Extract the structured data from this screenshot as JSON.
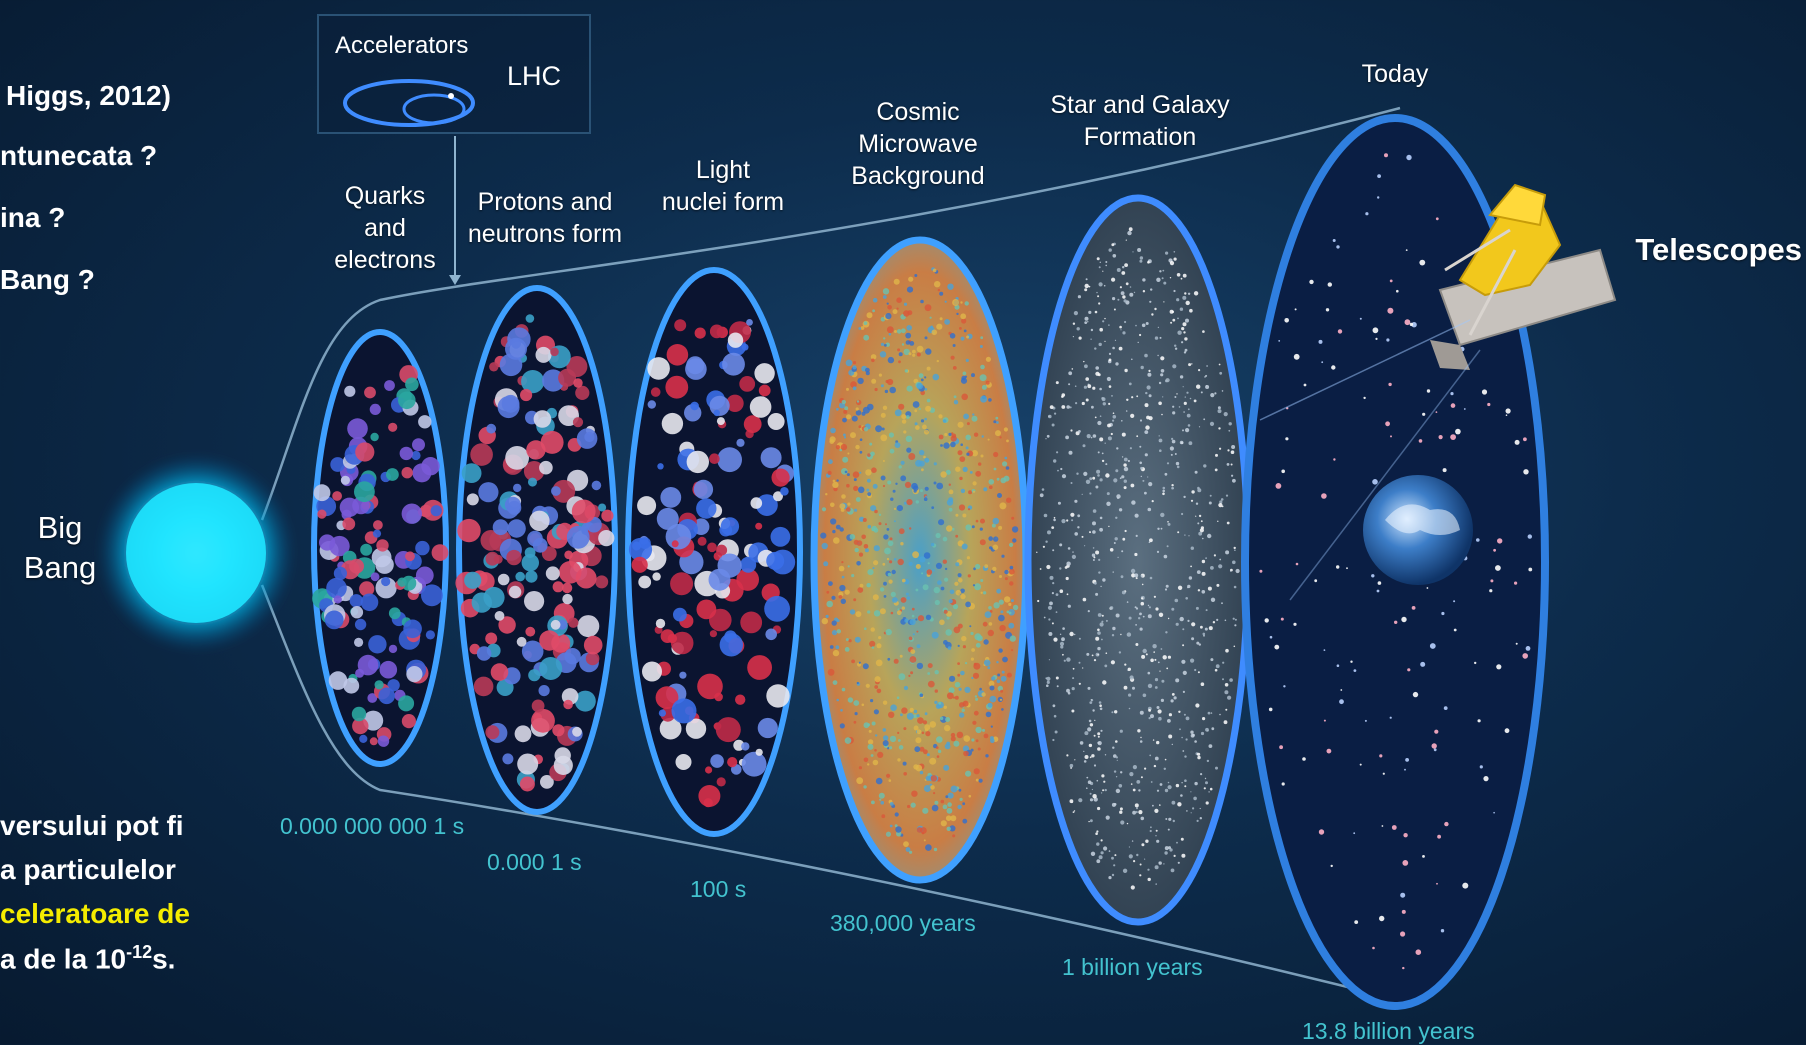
{
  "left_text": {
    "lines_top": [
      "Higgs, 2012)",
      "ntunecata ?",
      "ina ?",
      "Bang ?"
    ],
    "para_line1": "versului  pot  fi",
    "para_line2": "a   particulelor",
    "para_line3": "celeratoare de",
    "para_line4_prefix": "a de la 10",
    "para_line4_sup": "-12",
    "para_line4_suffix": "s."
  },
  "big_bang": {
    "line1": "Big",
    "line2": "Bang"
  },
  "accelerators": {
    "title": "Accelerators",
    "lhc": "LHC"
  },
  "telescopes": "Telescopes",
  "stages": [
    {
      "label_lines": [
        "Quarks",
        "and",
        "electrons"
      ],
      "time": "0.000 000 000 1 s"
    },
    {
      "label_lines": [
        "Protons and",
        "neutrons  form"
      ],
      "time": "0.000  1 s"
    },
    {
      "label_lines": [
        "Light",
        "nuclei form"
      ],
      "time": "100 s"
    },
    {
      "label_lines": [
        "Cosmic",
        "Microwave",
        "Background"
      ],
      "time": "380,000 years"
    },
    {
      "label_lines": [
        "Star and Galaxy",
        "Formation"
      ],
      "time": "1 billion years"
    },
    {
      "label_lines": [
        "Today"
      ],
      "time": "13.8 billion years"
    }
  ],
  "colors": {
    "background": "#0d2c4c",
    "ellipse_border": "#2f7fe0",
    "time_text": "#43c3cf",
    "highlight_text": "#f4ec00",
    "big_bang_glow": "#1ee3ff"
  }
}
